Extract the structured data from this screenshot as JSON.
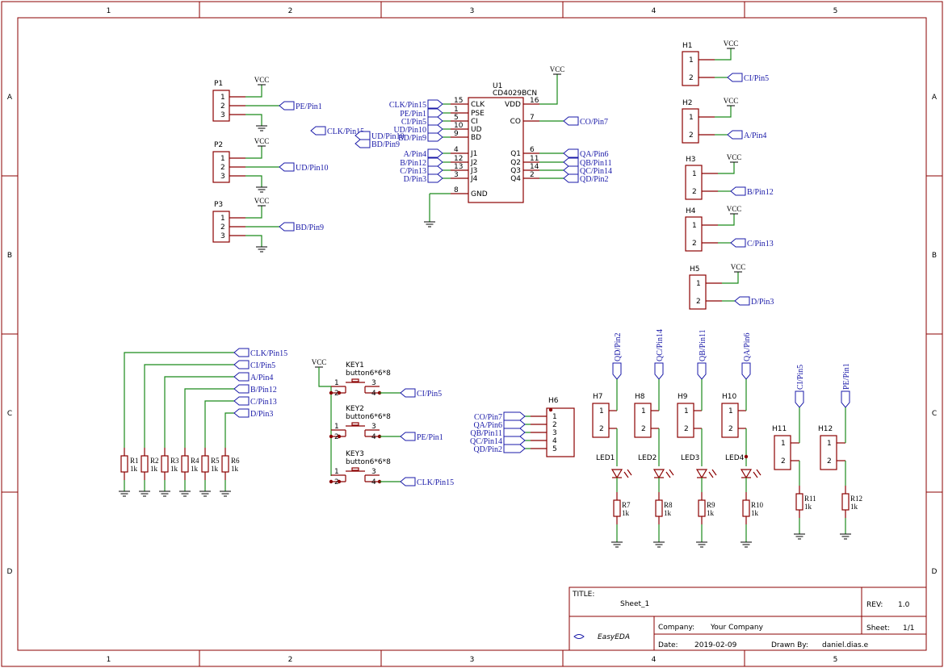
{
  "border": {
    "cols": [
      "1",
      "2",
      "3",
      "4",
      "5"
    ],
    "rows": [
      "A",
      "B",
      "C",
      "D"
    ]
  },
  "u1": {
    "designator": "U1",
    "part": "CD4029BCN",
    "left_pins": [
      {
        "num": "15",
        "name": "CLK",
        "net": "CLK/Pin15"
      },
      {
        "num": "1",
        "name": "PSE",
        "net": "PE/Pin1"
      },
      {
        "num": "5",
        "name": "CI",
        "net": "CI/Pin5"
      },
      {
        "num": "10",
        "name": "UD",
        "net": "UD/Pin10"
      },
      {
        "num": "9",
        "name": "BD",
        "net": "BD/Pin9"
      },
      {
        "num": "4",
        "name": "J1",
        "net": "A/Pin4"
      },
      {
        "num": "12",
        "name": "J2",
        "net": "B/Pin12"
      },
      {
        "num": "13",
        "name": "J3",
        "net": "C/Pin13"
      },
      {
        "num": "3",
        "name": "J4",
        "net": "D/Pin3"
      },
      {
        "num": "8",
        "name": "GND",
        "net": ""
      }
    ],
    "right_pins": [
      {
        "num": "16",
        "name": "VDD",
        "net": "VCC"
      },
      {
        "num": "7",
        "name": "CO",
        "net": "CO/Pin7"
      },
      {
        "num": "6",
        "name": "Q1",
        "net": "QA/Pin6"
      },
      {
        "num": "11",
        "name": "Q2",
        "net": "QB/Pin11"
      },
      {
        "num": "14",
        "name": "Q3",
        "net": "QC/Pin14"
      },
      {
        "num": "2",
        "name": "Q4",
        "net": "QD/Pin2"
      }
    ]
  },
  "loose_flags": [
    "CLK/Pin15",
    "UD/Pin10",
    "BD/Pin9"
  ],
  "p_headers": [
    {
      "name": "P1",
      "vcc": "VCC",
      "net": "PE/Pin1",
      "pins": [
        "1",
        "2",
        "3"
      ]
    },
    {
      "name": "P2",
      "vcc": "VCC",
      "net": "UD/Pin10",
      "pins": [
        "1",
        "2",
        "3"
      ]
    },
    {
      "name": "P3",
      "vcc": "VCC",
      "net": "BD/Pin9",
      "pins": [
        "1",
        "2",
        "3"
      ]
    }
  ],
  "h_headers": [
    {
      "name": "H1",
      "vcc": "VCC",
      "net": "CI/Pin5",
      "pins": [
        "1",
        "2"
      ]
    },
    {
      "name": "H2",
      "vcc": "VCC",
      "net": "A/Pin4",
      "pins": [
        "1",
        "2"
      ]
    },
    {
      "name": "H3",
      "vcc": "VCC",
      "net": "B/Pin12",
      "pins": [
        "1",
        "2"
      ]
    },
    {
      "name": "H4",
      "vcc": "VCC",
      "net": "C/Pin13",
      "pins": [
        "1",
        "2"
      ]
    },
    {
      "name": "H5",
      "vcc": "VCC",
      "net": "D/Pin3",
      "pins": [
        "1",
        "2"
      ]
    }
  ],
  "pulldowns": {
    "nets": [
      "CLK/Pin15",
      "CI/Pin5",
      "A/Pin4",
      "B/Pin12",
      "C/Pin13",
      "D/Pin3"
    ],
    "resistors": [
      {
        "name": "R1",
        "value": "1k"
      },
      {
        "name": "R2",
        "value": "1k"
      },
      {
        "name": "R3",
        "value": "1k"
      },
      {
        "name": "R4",
        "value": "1k"
      },
      {
        "name": "R5",
        "value": "1k"
      },
      {
        "name": "R6",
        "value": "1k"
      }
    ]
  },
  "keys": {
    "vcc": "VCC",
    "items": [
      {
        "name": "KEY1",
        "part": "button6*6*8",
        "net": "CI/Pin5",
        "pins": [
          "1",
          "2",
          "3",
          "4"
        ]
      },
      {
        "name": "KEY2",
        "part": "button6*6*8",
        "net": "PE/Pin1",
        "pins": [
          "1",
          "2",
          "3",
          "4"
        ]
      },
      {
        "name": "KEY3",
        "part": "button6*6*8",
        "net": "CLK/Pin15",
        "pins": [
          "1",
          "2",
          "3",
          "4"
        ]
      }
    ]
  },
  "h6": {
    "name": "H6",
    "nets": [
      "CO/Pin7",
      "QA/Pin6",
      "QB/Pin11",
      "QC/Pin14",
      "QD/Pin2"
    ],
    "pins": [
      "1",
      "2",
      "3",
      "4",
      "5"
    ]
  },
  "leds": [
    {
      "header": "H7",
      "net": "QD/Pin2",
      "led": "LED1",
      "res": "R7",
      "value": "1k"
    },
    {
      "header": "H8",
      "net": "QC/Pin14",
      "led": "LED2",
      "res": "R8",
      "value": "1k"
    },
    {
      "header": "H9",
      "net": "QB/Pin11",
      "led": "LED3",
      "res": "R9",
      "value": "1k"
    },
    {
      "header": "H10",
      "net": "QA/Pin6",
      "led": "LED4",
      "res": "R10",
      "value": "1k"
    }
  ],
  "extra_headers": [
    {
      "header": "H11",
      "net": "CI/Pin5",
      "res": "R11",
      "value": "1k"
    },
    {
      "header": "H12",
      "net": "PE/Pin1",
      "res": "R12",
      "value": "1k"
    }
  ],
  "title_block": {
    "title_label": "TITLE:",
    "title": "Sheet_1",
    "rev_label": "REV:",
    "rev": "1.0",
    "company_label": "Company:",
    "company": "Your Company",
    "sheet_label": "Sheet:",
    "sheet": "1/1",
    "date_label": "Date:",
    "date": "2019-02-09",
    "drawn_label": "Drawn By:",
    "drawn_by": "daniel.dias.e",
    "logo": "EasyEDA"
  }
}
